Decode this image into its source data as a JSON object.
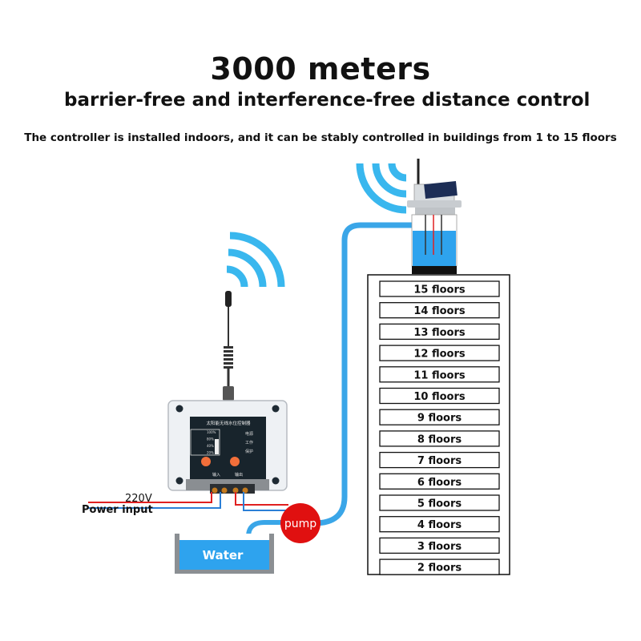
{
  "header": {
    "title": "3000 meters",
    "subtitle": "barrier-free and interference-free distance control",
    "description": "The controller is installed indoors, and it can be stably controlled in buildings from 1 to 15 floors"
  },
  "controller": {
    "panel_title": "太阳能无线水位控制器",
    "levels": [
      "100%",
      "80%",
      "40%",
      "20%"
    ],
    "indicators": [
      "电源",
      "工作",
      "保护"
    ],
    "terminals": [
      "输入",
      "输出"
    ]
  },
  "labels": {
    "voltage": "220V",
    "power_input": "Power input",
    "pump": "pump",
    "water": "Water"
  },
  "building": {
    "floors": [
      "15 floors",
      "14 floors",
      "13 floors",
      "12 floors",
      "11 floors",
      "10 floors",
      "9 floors",
      "8 floors",
      "7 floors",
      "6 floors",
      "5 floors",
      "4 floors",
      "3 floors",
      "2 floors"
    ]
  },
  "colors": {
    "pipe": "#3aa6e8",
    "water": "#2ea3ee",
    "pump": "#e01010",
    "wire_red": "#e02020",
    "wire_blue": "#2b7fd6",
    "signal": "#39b7ee"
  }
}
